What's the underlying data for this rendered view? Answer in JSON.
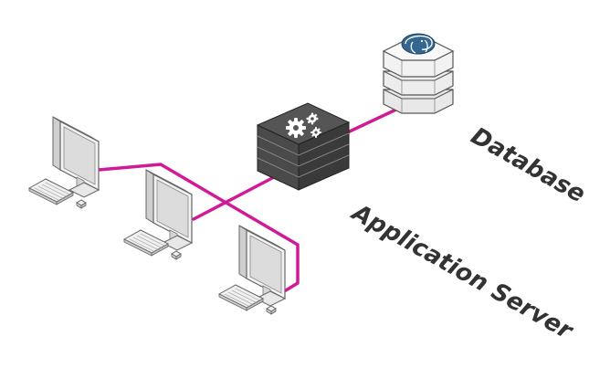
{
  "labels": {
    "database": "Database",
    "app_server": "Application Server"
  },
  "nodes": {
    "database_icon": "database-icon",
    "server_icon": "application-server-icon",
    "gears_icon": "gears-icon",
    "elephant_icon": "postgresql-elephant-icon",
    "workstation_icon": "workstation-icon"
  },
  "colors": {
    "connection": "#d01a96",
    "dark_layer": "#3f3f3f",
    "light_layer": "#f4f4f4",
    "outline": "#555555",
    "label": "#333333"
  },
  "workstations": [
    "client-1",
    "client-2",
    "client-3"
  ]
}
